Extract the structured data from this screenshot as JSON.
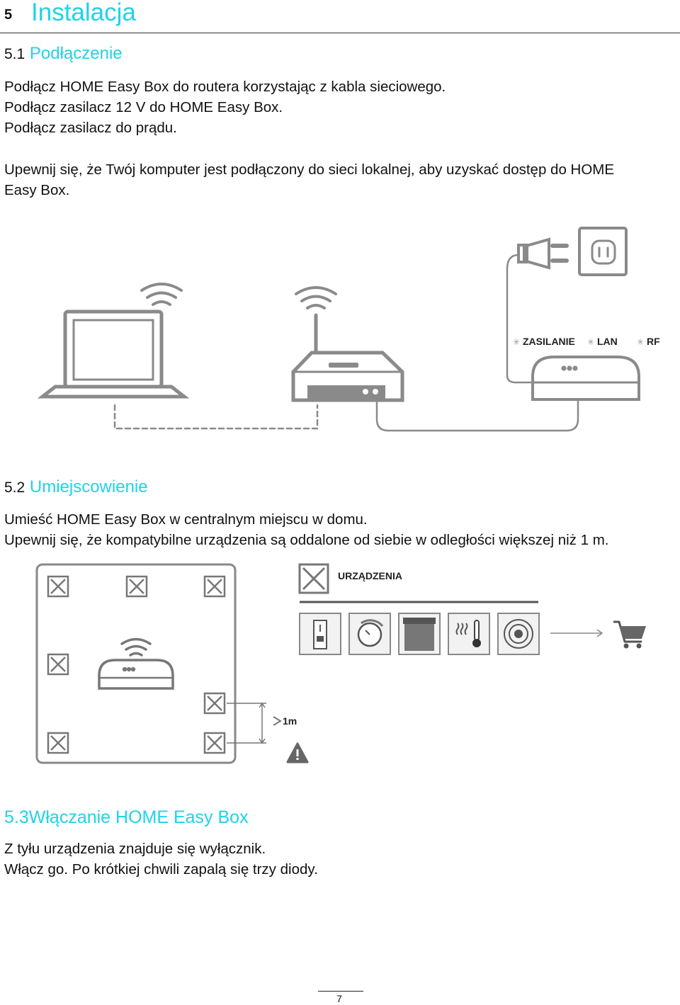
{
  "chapter": {
    "number": "5",
    "title": "Instalacja"
  },
  "section1": {
    "number": "5.1",
    "title": "Podłączenie",
    "lines": [
      "Podłącz HOME Easy Box do routera korzystając z kabla sieciowego.",
      "Podłącz zasilacz 12 V do HOME Easy Box.",
      "Podłącz zasilacz do prądu."
    ],
    "note_line1": "Upewnij się, że Twój komputer jest podłączony do sieci lokalnej, aby uzyskać dostęp do HOME",
    "note_line2": "Easy Box.",
    "diagram": {
      "label_power": "ZASILANIE",
      "label_lan": "LAN",
      "label_rf": "RF"
    }
  },
  "section2": {
    "number": "5.2",
    "title": "Umiejscowienie",
    "line1": "Umieść HOME Easy Box w centralnym miejscu w domu.",
    "line2": "Upewnij się, że kompatybilne urządzenia są oddalone od siebie w odległości większej niż 1 m.",
    "diagram": {
      "devices_label": "URZĄDZENIA",
      "distance_label": "1m"
    }
  },
  "section3": {
    "number": "5.3",
    "title": "Włączanie HOME Easy Box",
    "line1": "Z tyłu urządzenia znajduje się wyłącznik.",
    "line2": "Włącz go. Po krótkiej chwili zapalą się trzy diody."
  },
  "footer": {
    "page_number": "7"
  },
  "colors": {
    "accent": "#1fd3e8",
    "text": "#111111",
    "drawing": "#8a8a8a"
  }
}
